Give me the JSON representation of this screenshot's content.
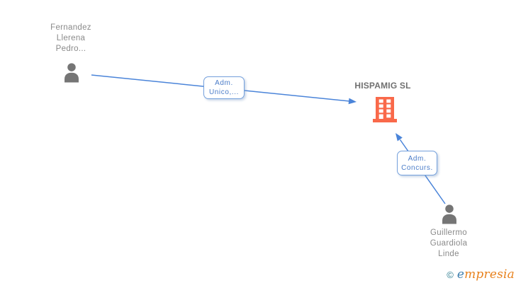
{
  "colors": {
    "link_blue": "#4a84d9",
    "label_border_blue": "#74a0dc",
    "label_text_blue": "#4a7cc8",
    "node_text_gray": "#8a8a8a",
    "company_text_gray": "#707070",
    "person_icon_gray": "#757575",
    "building_orange": "#f9694a",
    "logo_teal": "#2e7d90",
    "logo_e_blue": "#3f7fae",
    "logo_orange": "#e8821e"
  },
  "icons": {
    "person": "person-silhouette",
    "company": "office-building"
  },
  "nodes": {
    "person_fernandez": {
      "lines": [
        "Fernandez",
        "Llerena",
        "Pedro..."
      ]
    },
    "company_hispamig": {
      "label": "HISPAMIG SL"
    },
    "person_guillermo": {
      "lines": [
        "Guillermo",
        "Guardiola",
        "Linde"
      ]
    }
  },
  "edges": {
    "adm_unico": {
      "lines": [
        "Adm.",
        "Unico,..."
      ]
    },
    "adm_concurs": {
      "lines": [
        "Adm.",
        "Concurs."
      ]
    }
  },
  "footer": {
    "copyright": "©",
    "brand_first": "e",
    "brand_rest": "mpresia"
  }
}
